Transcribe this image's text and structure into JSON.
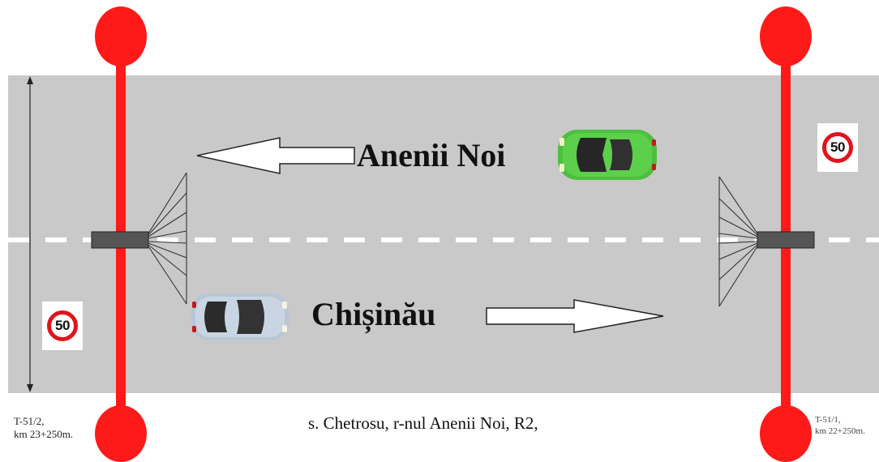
{
  "road": {
    "surface_color": "#c9c9c9",
    "pole_color": "#ff1a1a",
    "lane_marking_color": "#ffffff"
  },
  "directions": {
    "upper": {
      "label": "Anenii Noi",
      "arrow": "left",
      "car": "green-car-icon",
      "car_color": "#4cbf3f"
    },
    "lower": {
      "label": "Chișinău",
      "arrow": "right",
      "car": "silver-car-icon",
      "car_color": "#b8c6d6"
    }
  },
  "location": "s. Chetrosu, r-nul Anenii Noi, R2,",
  "stations": {
    "left": {
      "line1": "T-51/2,",
      "line2": "km 23+250m."
    },
    "right": {
      "line1": "T-51/1,",
      "line2": "km 22+250m."
    }
  },
  "speed_signs": {
    "left": "50",
    "right": "50"
  }
}
